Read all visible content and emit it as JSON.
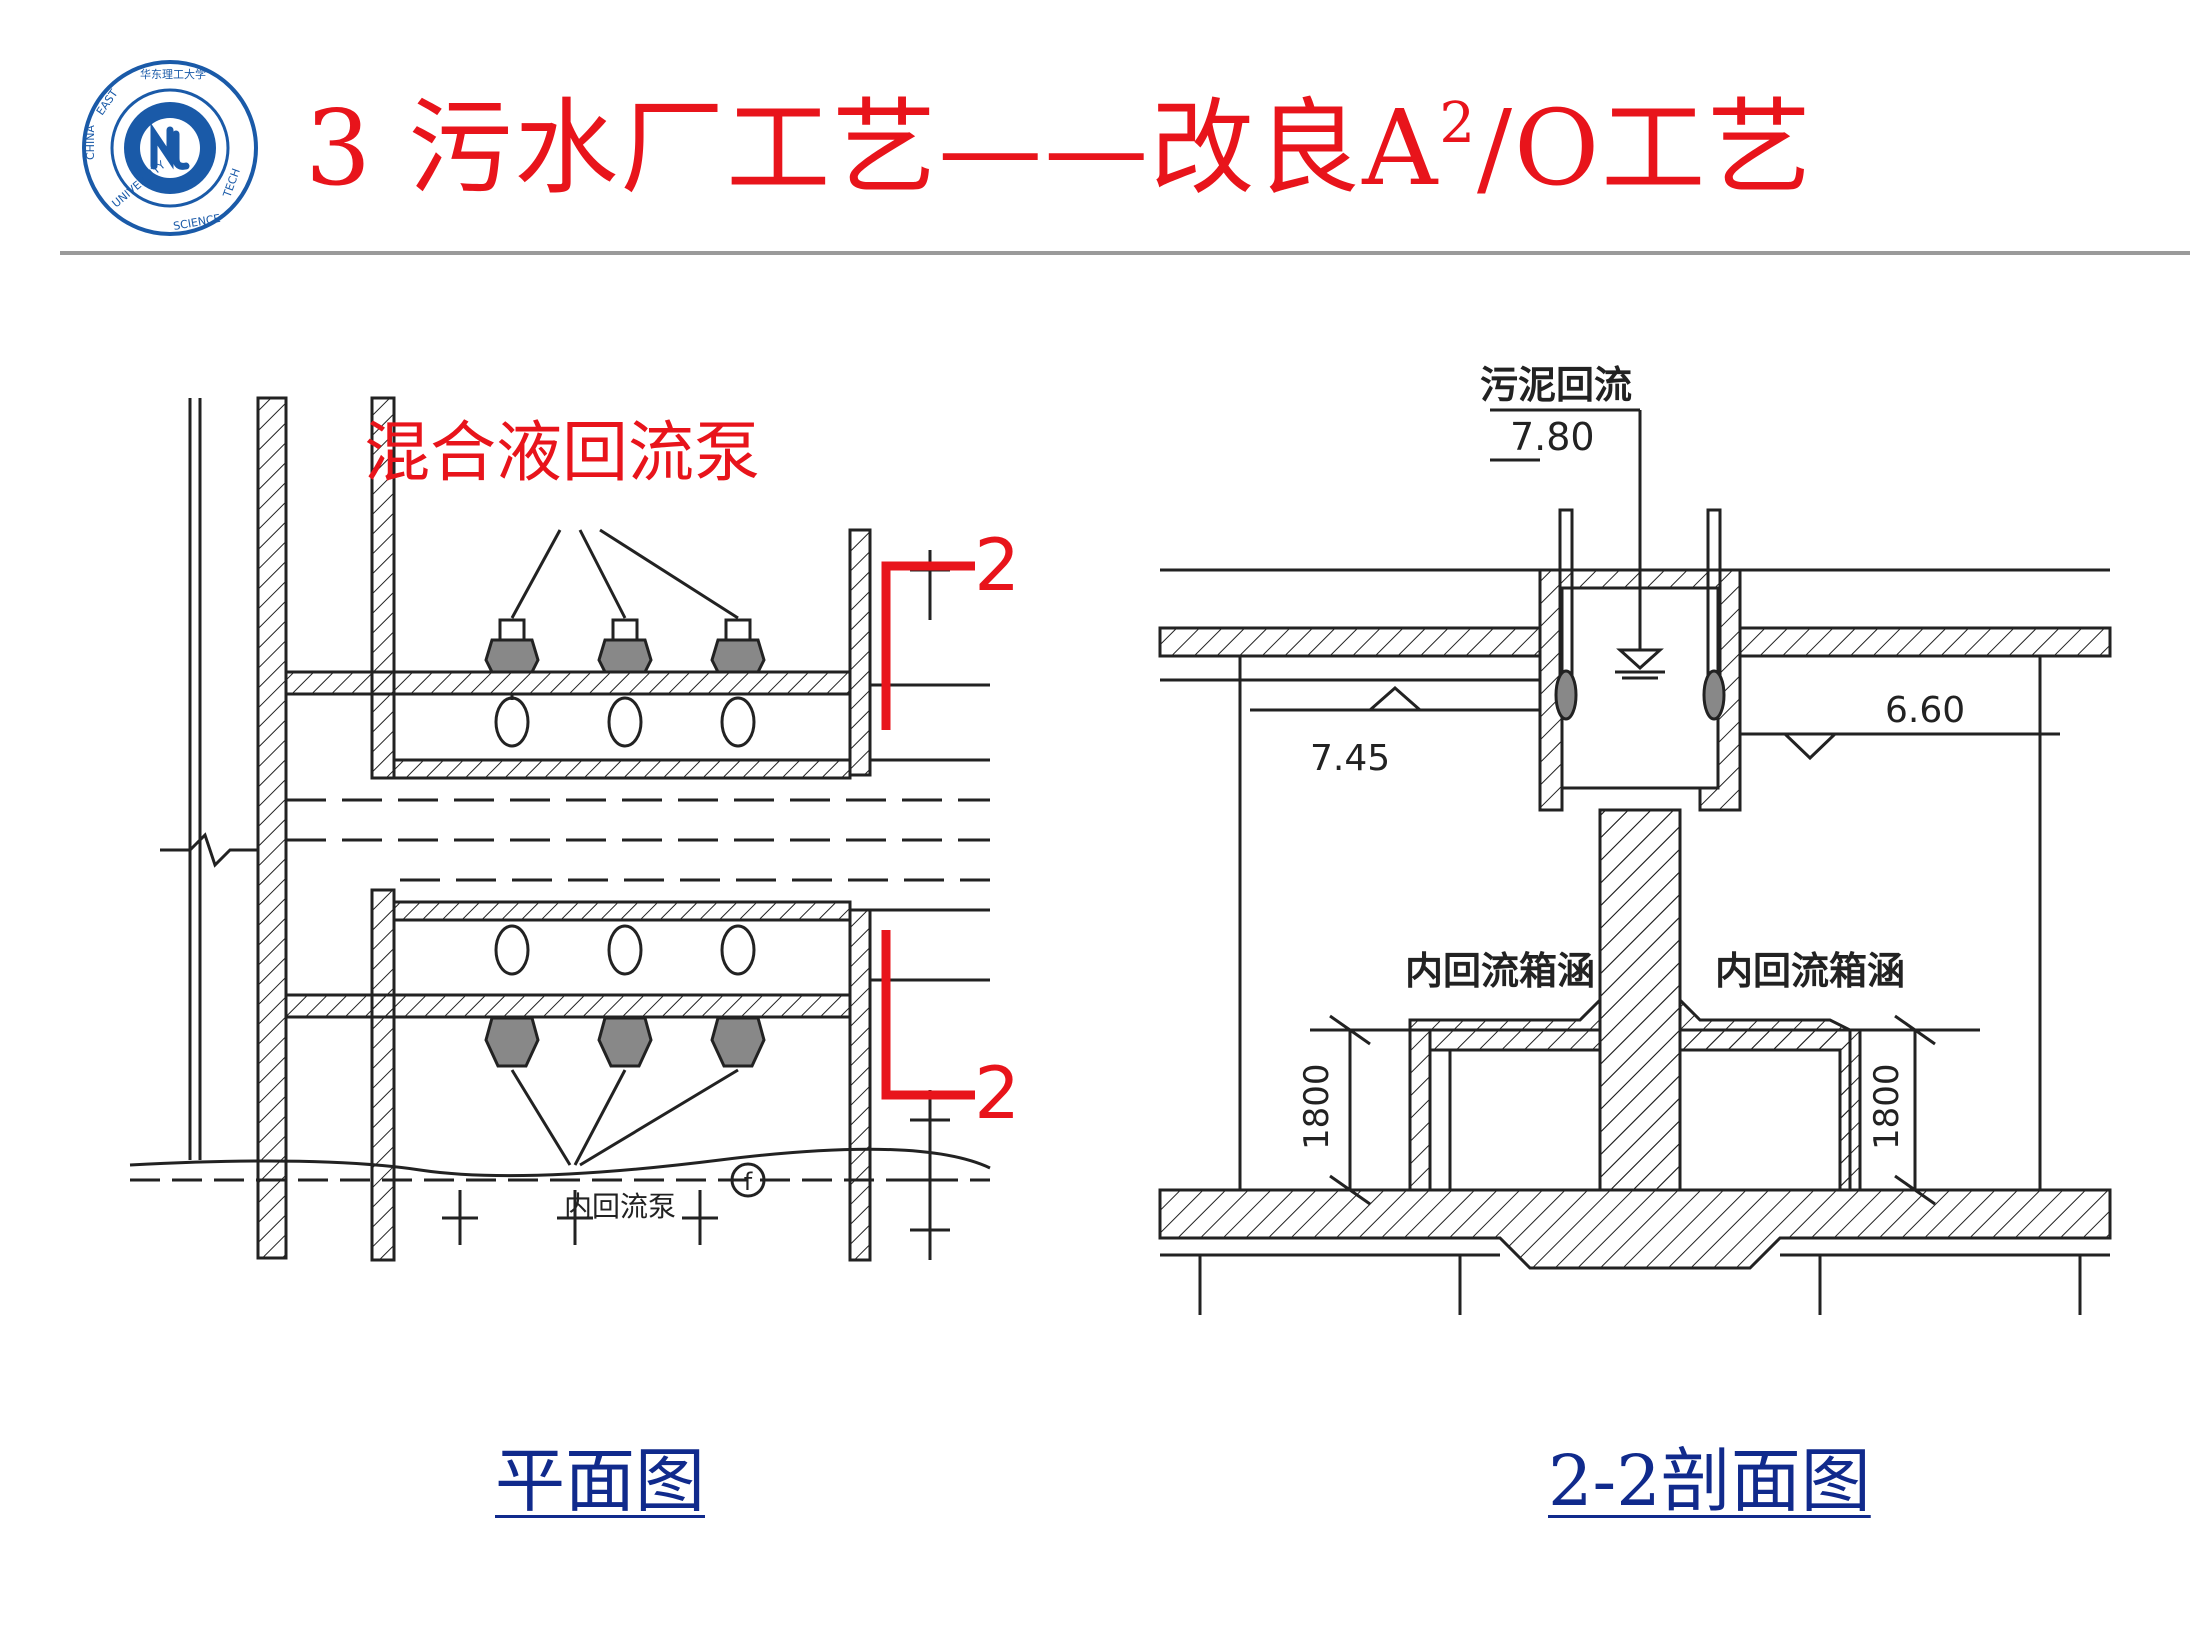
{
  "header": {
    "title_prefix": "3 污水厂工艺——改良A",
    "title_sup": "2",
    "title_suffix": "/O工艺",
    "logo_text": "华东理工大学 EAST CHINA UNIVERSITY OF SCIENCE AND TECHNOLOGY"
  },
  "plan": {
    "annotation_pump": "混合液回流泵",
    "section_mark_top": "2",
    "section_mark_bottom": "2",
    "label_inner_pump": "内回流泵",
    "axis_mark": "f",
    "caption": "平面图"
  },
  "section": {
    "label_sludge_return": "污泥回流",
    "level_top": "7.80",
    "level_left": "7.45",
    "level_right": "6.60",
    "label_culvert_left": "内回流箱涵",
    "label_culvert_right": "内回流箱涵",
    "dim_left": "1800",
    "dim_right": "1800",
    "caption": "2-2剖面图"
  },
  "colors": {
    "title_red": "#e8141b",
    "caption_blue": "#102a8c",
    "logo_blue": "#1a5aa8",
    "rule_gray": "#9a9a9a"
  }
}
